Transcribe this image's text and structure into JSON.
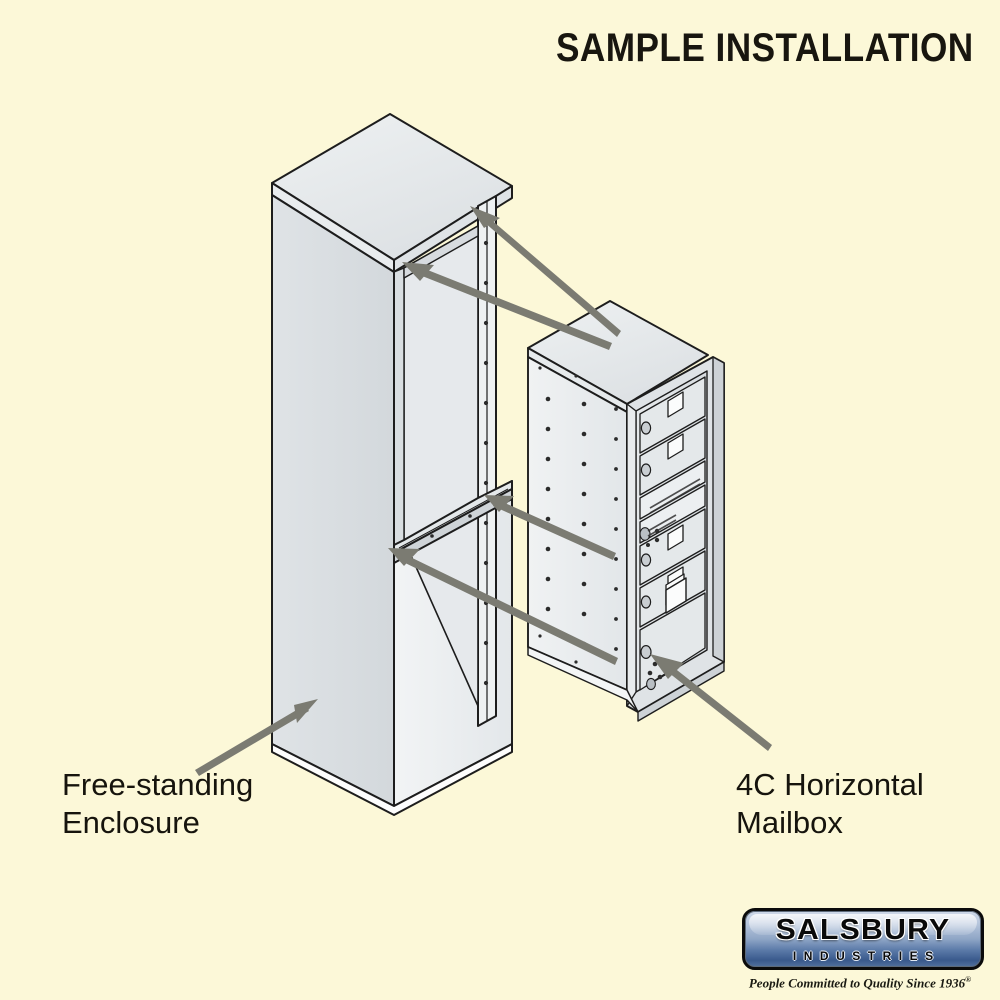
{
  "page": {
    "background_color": "#fcf8d8",
    "title": "SAMPLE INSTALLATION"
  },
  "callouts": [
    {
      "id": "free-standing-enclosure",
      "text": "Free-standing\nEnclosure",
      "arrow_count": 3,
      "points_to": "free-standing enclosure body, top-right pillar and center shelf"
    },
    {
      "id": "4c-horizontal-mailbox",
      "text": "4C Horizontal\nMailbox",
      "arrow_count": 2,
      "points_to": "4C horizontal mailbox unit front door frame"
    }
  ],
  "arrows": {
    "color": "#7b7b72",
    "head_color": "#6f6f67"
  },
  "illustration": {
    "type": "isometric-line-drawing",
    "enclosure": {
      "name": "Free-standing Enclosure",
      "face_light": "#eef1f2",
      "face_mid": "#e2e6e8",
      "face_dark": "#d5dadd",
      "outline": "#1d1d1d"
    },
    "mailbox": {
      "name": "4C Horizontal Mailbox",
      "door_rows": 4,
      "parcel_lockers": 1,
      "placards": 2,
      "face_light": "#eceff1",
      "face_mid": "#e0e4e7",
      "face_dark": "#d2d7da",
      "outline": "#1d1d1d"
    }
  },
  "logo": {
    "brand": "SALSBURY",
    "sub": "INDUSTRIES",
    "tagline": "People Committed to Quality Since 1936",
    "registered_mark": "®",
    "plate_color_top": "#cfd9e8",
    "plate_color_bottom": "#39598c"
  }
}
